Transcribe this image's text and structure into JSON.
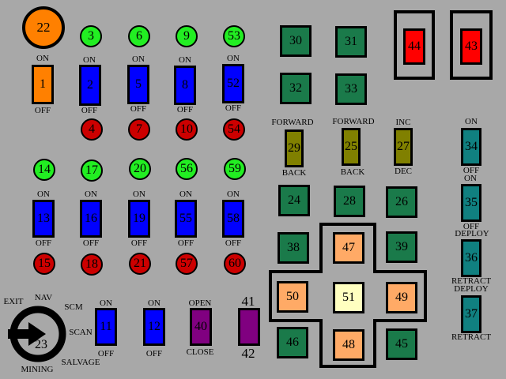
{
  "colors": {
    "background": "#a8a8a8",
    "orange": "#ff8000",
    "blue": "#0000ff",
    "green_light": "#22ee22",
    "red": "#cc0000",
    "red_bright": "#ff0000",
    "olive": "#808000",
    "dark_green": "#1a7a4a",
    "teal": "#108080",
    "peach": "#ffaa66",
    "cream": "#ffffc0",
    "purple": "#800080"
  },
  "indicators": {
    "i22": "22",
    "i3": "3",
    "i6": "6",
    "i9": "9",
    "i53": "53",
    "i4": "4",
    "i7": "7",
    "i10": "10",
    "i54": "54",
    "i14": "14",
    "i17": "17",
    "i20": "20",
    "i56": "56",
    "i59": "59",
    "i15": "15",
    "i18": "18",
    "i21": "21",
    "i57": "57",
    "i60": "60"
  },
  "switches": {
    "s1": "1",
    "s2": "2",
    "s5": "5",
    "s8": "8",
    "s52": "52",
    "s13": "13",
    "s16": "16",
    "s19": "19",
    "s55": "55",
    "s58": "58",
    "s11": "11",
    "s12": "12",
    "s40": "40",
    "s41": "41",
    "s42": "42",
    "s29": "29",
    "s25": "25",
    "s27": "27",
    "s34": "34",
    "s35": "35",
    "s36": "36",
    "s37": "37"
  },
  "squares": {
    "b30": "30",
    "b31": "31",
    "b32": "32",
    "b33": "33",
    "b44": "44",
    "b43": "43",
    "b24": "24",
    "b28": "28",
    "b26": "26",
    "b38": "38",
    "b47": "47",
    "b39": "39",
    "b50": "50",
    "b51": "51",
    "b49": "49",
    "b46": "46",
    "b48": "48",
    "b45": "45"
  },
  "labels": {
    "on": "ON",
    "off": "OFF",
    "forward": "FORWARD",
    "back": "BACK",
    "inc": "INC",
    "dec": "DEC",
    "deploy": "DEPLOY",
    "retract": "RETRACT",
    "open": "OPEN",
    "close": "CLOSE"
  },
  "dial": {
    "value": "23",
    "exit": "EXIT",
    "nav": "NAV",
    "scm": "SCM",
    "scan": "SCAN",
    "salvage": "SALVAGE",
    "mining": "MINING"
  }
}
